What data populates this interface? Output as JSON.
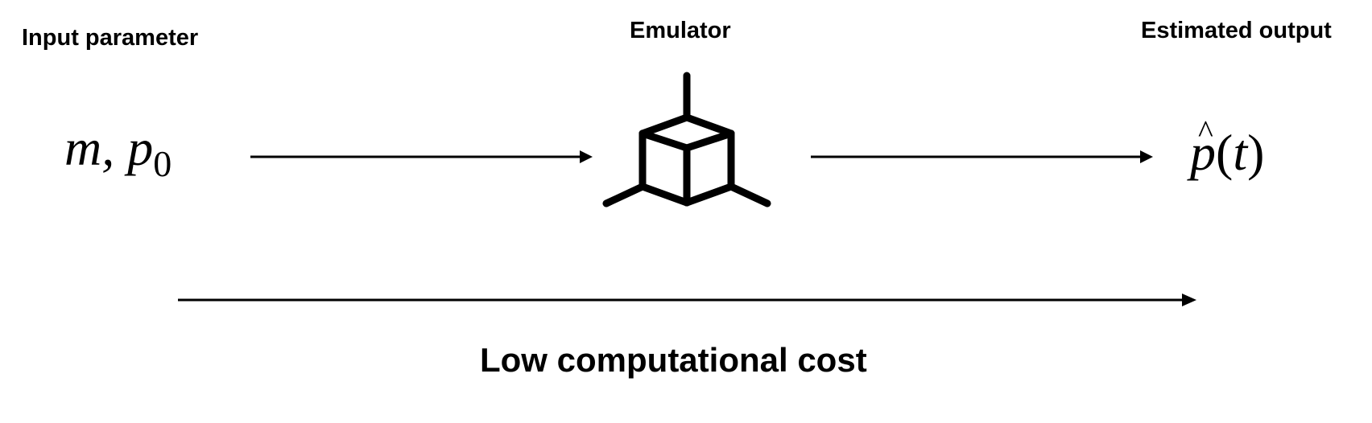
{
  "labels": {
    "input": "Input parameter",
    "emulator": "Emulator",
    "output": "Estimated output",
    "cost": "Low computational cost"
  },
  "math": {
    "input_main": "m, p",
    "input_sub": "0",
    "output_var": "p",
    "output_hat": "^",
    "output_open": "(",
    "output_arg": "t",
    "output_close": ")"
  },
  "icons": {
    "emulator": "cube-icon"
  },
  "colors": {
    "stroke": "#000000",
    "background": "#ffffff"
  }
}
